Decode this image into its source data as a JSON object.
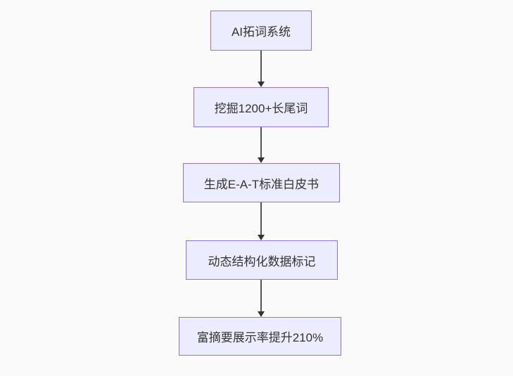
{
  "diagram": {
    "type": "flowchart-vertical",
    "colors": {
      "background": "#fafafa",
      "node_fill": "#ECECFF",
      "node_border": "#9370DB",
      "node_text": "#333333",
      "arrow_line": "#565656",
      "arrow_head": "#333333"
    },
    "nodes": [
      {
        "label": "AI拓词系统"
      },
      {
        "label": "挖掘1200+长尾词"
      },
      {
        "label": "生成E-A-T标准白皮书"
      },
      {
        "label": "动态结构化数据标记"
      },
      {
        "label": "富摘要展示率提升210%"
      }
    ],
    "edges": [
      {
        "from": 0,
        "to": 1
      },
      {
        "from": 1,
        "to": 2
      },
      {
        "from": 2,
        "to": 3
      },
      {
        "from": 3,
        "to": 4
      }
    ]
  }
}
